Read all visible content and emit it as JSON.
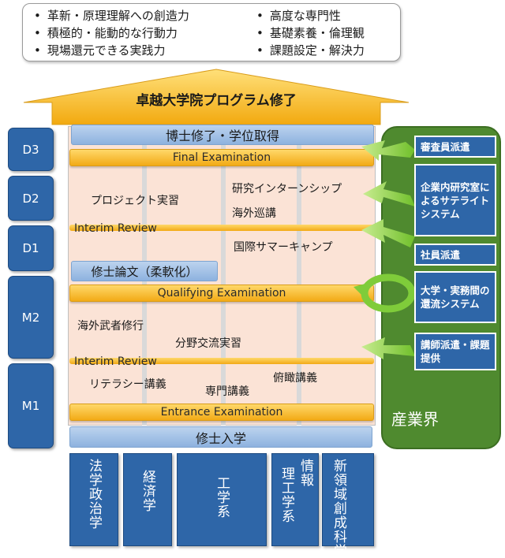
{
  "goals": {
    "left": [
      "革新・原理理解への創造力",
      "積極的・能動的な行動力",
      "現場還元できる実践力"
    ],
    "right": [
      "高度な専門性",
      "基礎素養・倫理観",
      "課題設定・解決力"
    ]
  },
  "roof_title": "卓越大学院プログラム修了",
  "years": [
    "D3",
    "D2",
    "D1",
    "M2",
    "M1"
  ],
  "bars": {
    "doctor_completion": "博士修了・学位取得",
    "final_exam": "Final Examination",
    "interim_review_1": "Interim Review",
    "thesis": "修士論文（柔軟化）",
    "qualifying_exam": "Qualifying Examination",
    "interim_review_2": "Interim Review",
    "entrance_exam": "Entrance Examination",
    "master_entry": "修士入学"
  },
  "activities": {
    "project": "プロジェクト実習",
    "internship": "研究インターンシップ",
    "overseas_tour": "海外巡講",
    "summer_camp": "国際サマーキャンプ",
    "overseas_training": "海外武者修行",
    "cross_field": "分野交流実習",
    "literacy": "リテラシー講義",
    "specialized": "専門講義",
    "overview": "俯瞰講義"
  },
  "industry": {
    "label": "産業界",
    "items": [
      "審査員派遣",
      "企業内研究室によるサテライトシステム",
      "社員派遣",
      "大学・実務間の還流システム",
      "講師派遣・課題提供"
    ]
  },
  "faculties": {
    "law": "法学政治学",
    "econ": "経済学",
    "eng": "工学系",
    "sci": "理学系",
    "info": "情報理工学系",
    "newfield": "新領域創成科学"
  },
  "colors": {
    "blue": "#2e66a8",
    "orange": "#f2aa16",
    "green": "#4f8a2f",
    "panel": "#fbe3d6"
  }
}
